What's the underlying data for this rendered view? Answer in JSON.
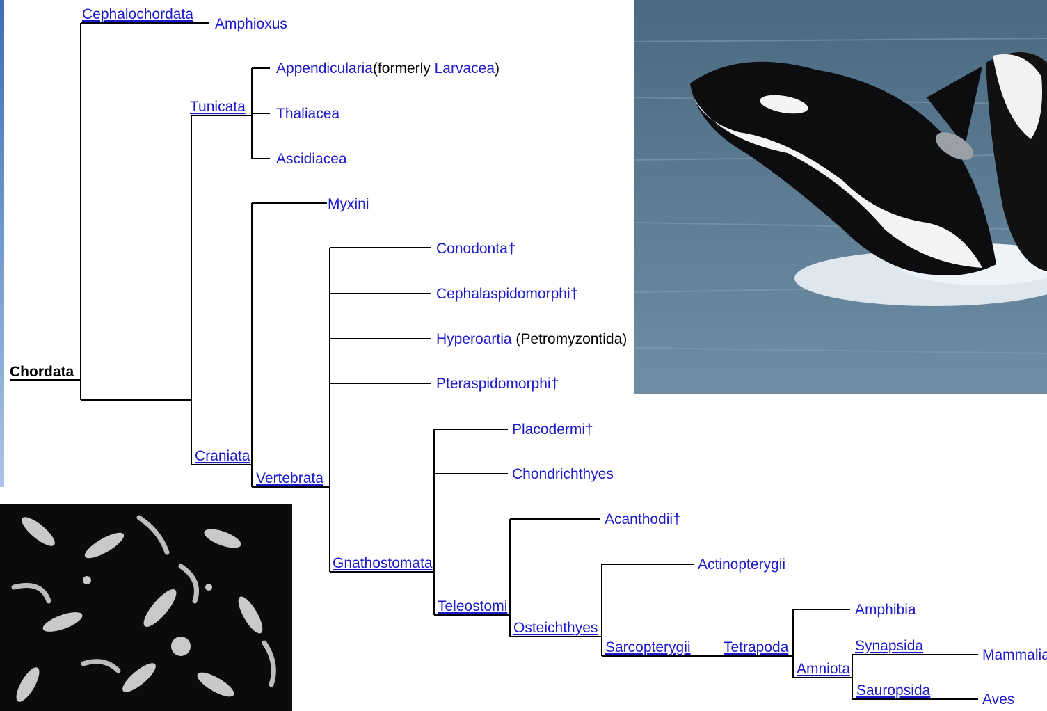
{
  "tree": {
    "root": "Chordata",
    "clades": {
      "cephalochordata": "Cephalochordata",
      "tunicata": "Tunicata",
      "craniata": "Craniata",
      "vertebrata": "Vertebrata",
      "gnathostomata": "Gnathostomata",
      "teleostomi": "Teleostomi",
      "osteichthyes": "Osteichthyes",
      "sarcopterygii": "Sarcopterygii",
      "tetrapoda": "Tetrapoda",
      "amniota": "Amniota",
      "synapsida": "Synapsida",
      "sauropsida": "Sauropsida"
    },
    "leaves": {
      "amphioxus": "Amphioxus",
      "appendicularia": "Appendicularia",
      "formerly": "(formerly ",
      "larvacea": "Larvacea",
      "close_paren": ")",
      "thaliacea": "Thaliacea",
      "ascidiacea": "Ascidiacea",
      "myxini": "Myxini",
      "conodonta": "Conodonta†",
      "cephalaspidomorphi": "Cephalaspidomorphi†",
      "hyperoartia": "Hyperoartia",
      "petromyzontida": " (Petromyzontida)",
      "pteraspidomorphi": "Pteraspidomorphi†",
      "placodermi": "Placodermi†",
      "chondrichthyes": "Chondrichthyes",
      "acanthodii": "Acanthodii†",
      "actinopterygii": "Actinopterygii",
      "amphibia": "Amphibia",
      "mammalia": "Mammalia",
      "aves": "Aves"
    }
  },
  "colors": {
    "link": "#1a1acc",
    "line": "#000000",
    "sidebar": "#3c6fb6"
  },
  "photos": [
    "orca-breaching",
    "plankton-micrograph"
  ]
}
